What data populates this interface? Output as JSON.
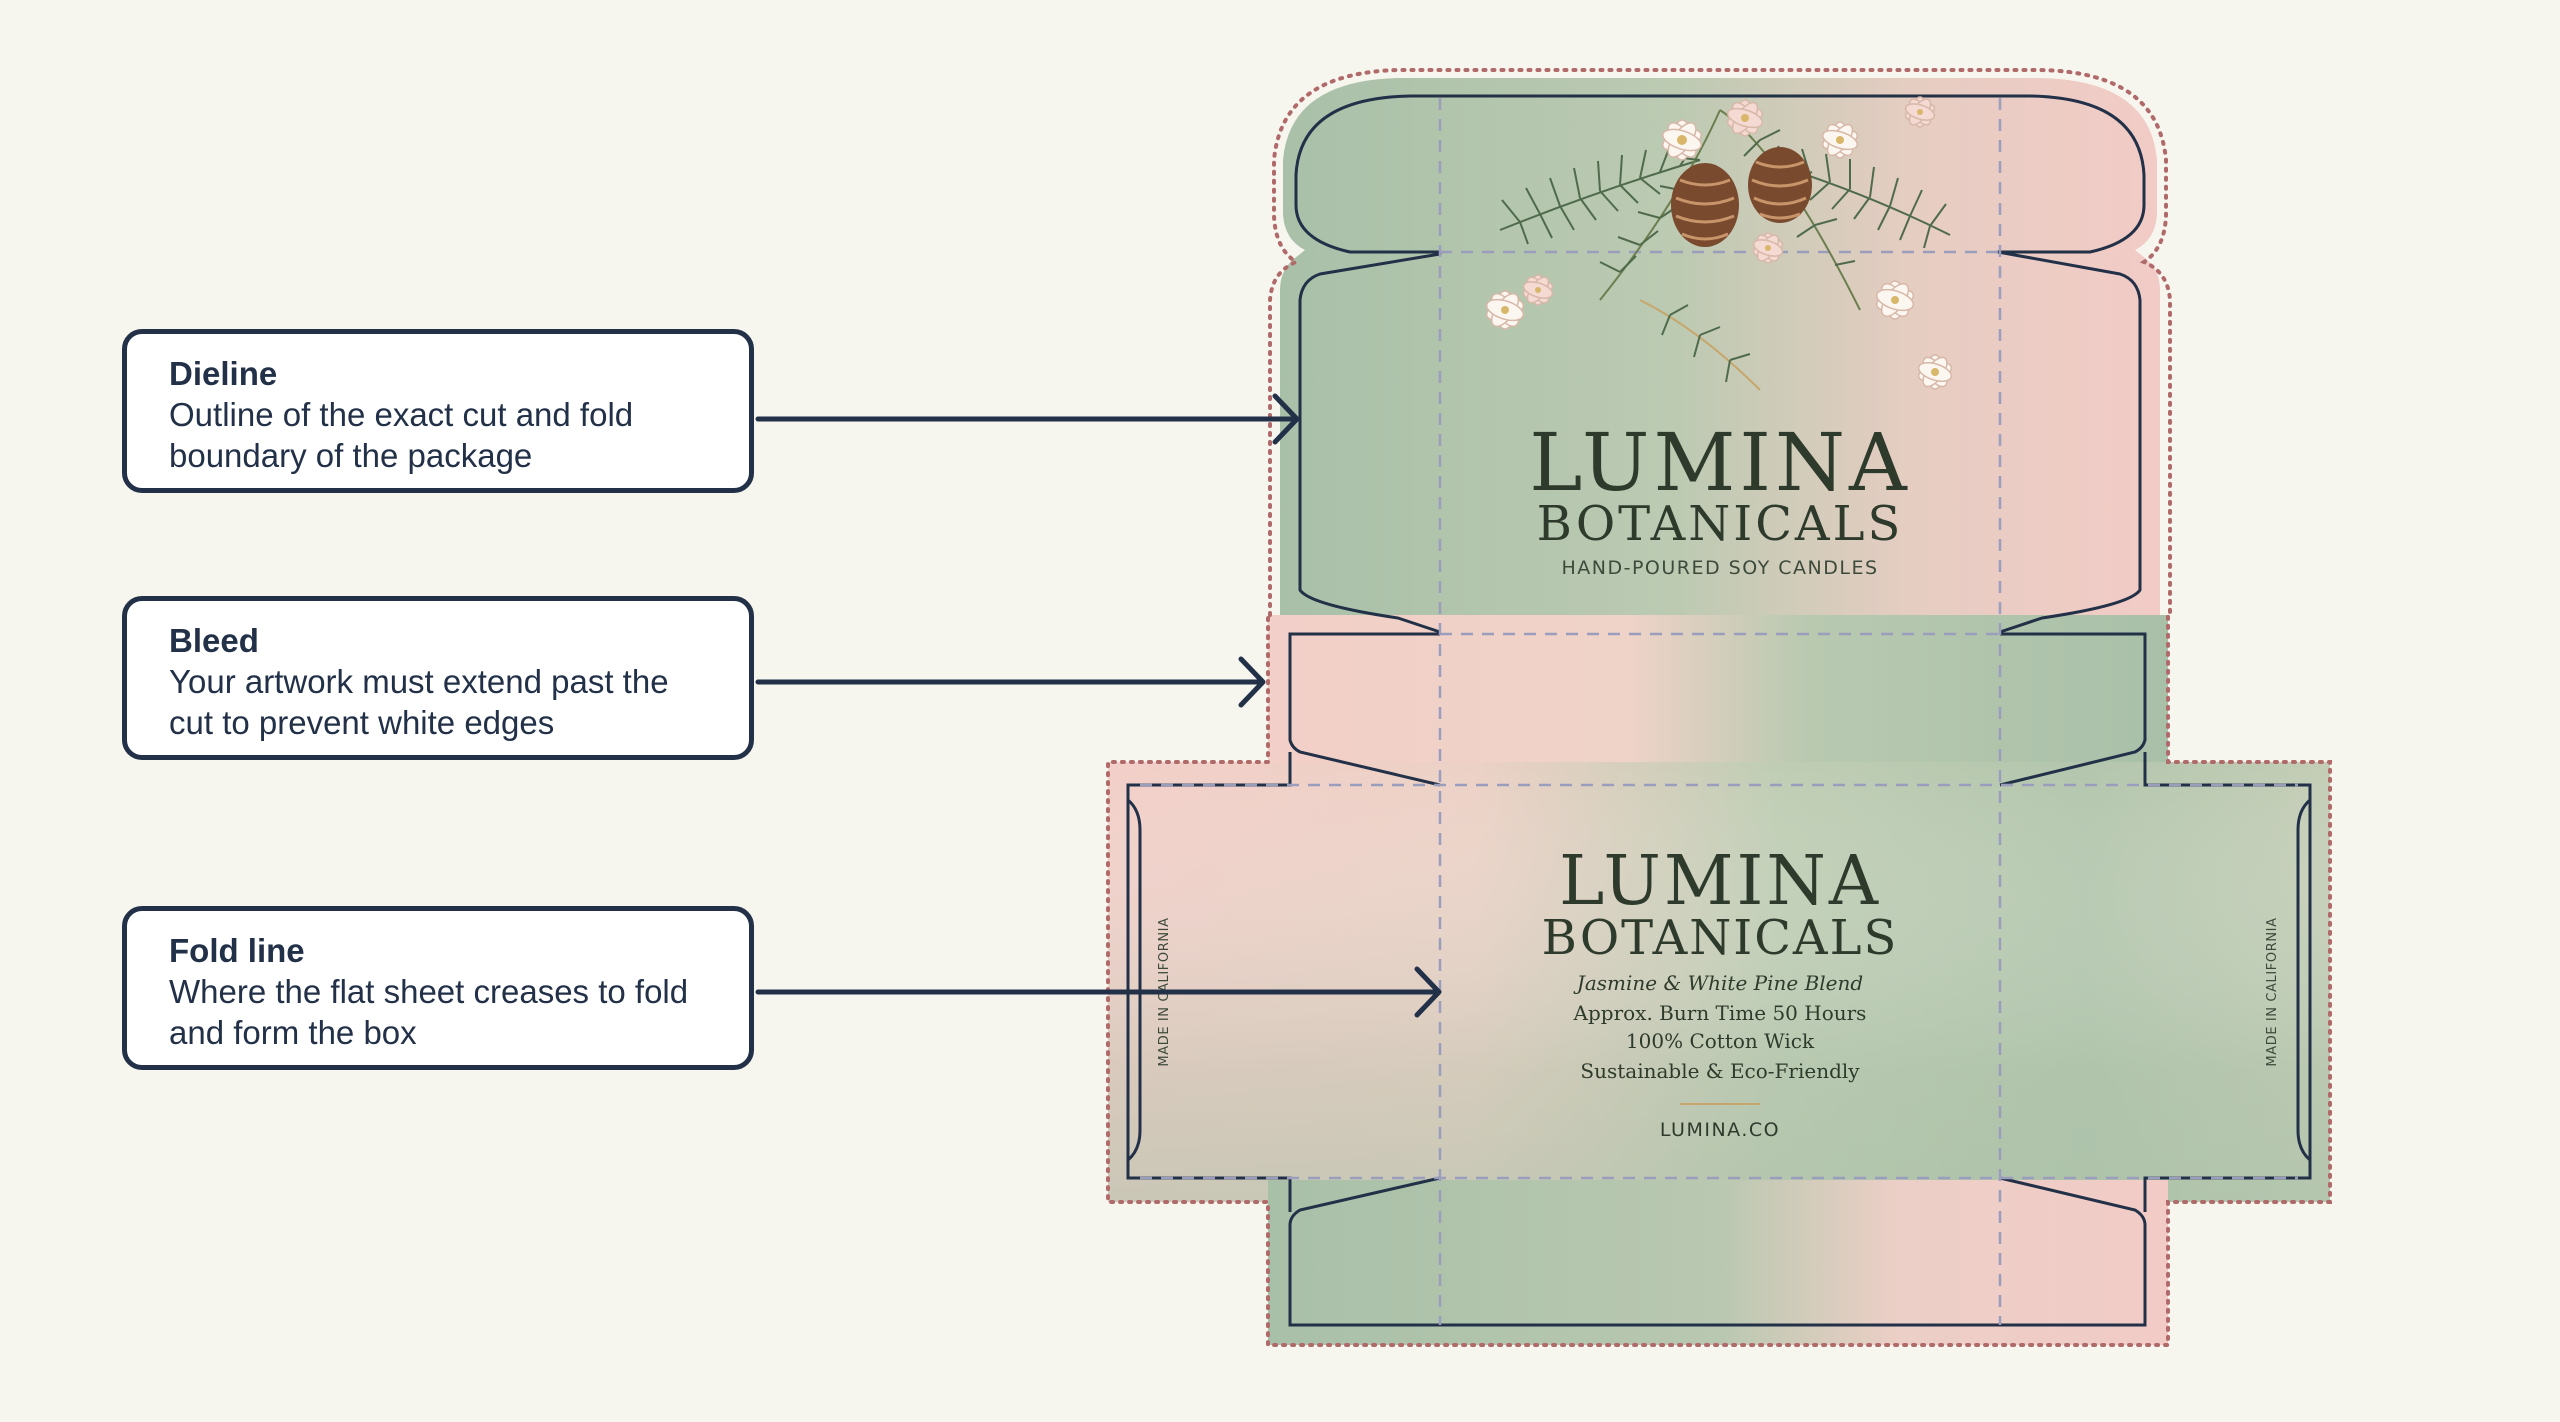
{
  "callouts": {
    "dieline": {
      "title": "Dieline",
      "line1": "Outline of the exact cut and fold",
      "line2": "boundary of the package"
    },
    "bleed": {
      "title": "Bleed",
      "line1": "Your artwork must extend past the",
      "line2": "cut to prevent white edges"
    },
    "fold": {
      "title": "Fold line",
      "line1": "Where the flat sheet creases to fold",
      "line2": "and form the box"
    }
  },
  "lid": {
    "brand_line1": "LUMINA",
    "brand_line2": "BOTANICALS",
    "tagline": "HAND-POURED SOY CANDLES"
  },
  "front": {
    "brand_line1": "LUMINA",
    "brand_line2": "BOTANICALS",
    "scent": "Jasmine & White Pine Blend",
    "burn_time": "Approx. Burn Time 50 Hours",
    "wick": "100% Cotton Wick",
    "eco": "Sustainable & Eco-Friendly",
    "website": "LUMINA.CO"
  },
  "side_flaps": {
    "left": "MADE IN CALIFORNIA",
    "right": "MADE IN CALIFORNIA"
  },
  "colors": {
    "background": "#f6f5ee",
    "navy": "#223048",
    "sage": "#a9c0a8",
    "blush": "#f0cfc8",
    "bleed_dots": "#b06a6a",
    "fold_dash": "#9b9dbc",
    "brand_text": "#2e3b2c",
    "gold": "#c6a66a"
  },
  "icons": [
    "arrow-right-icon",
    "pine-branch-icon",
    "pinecone-icon",
    "jasmine-flower-icon"
  ]
}
